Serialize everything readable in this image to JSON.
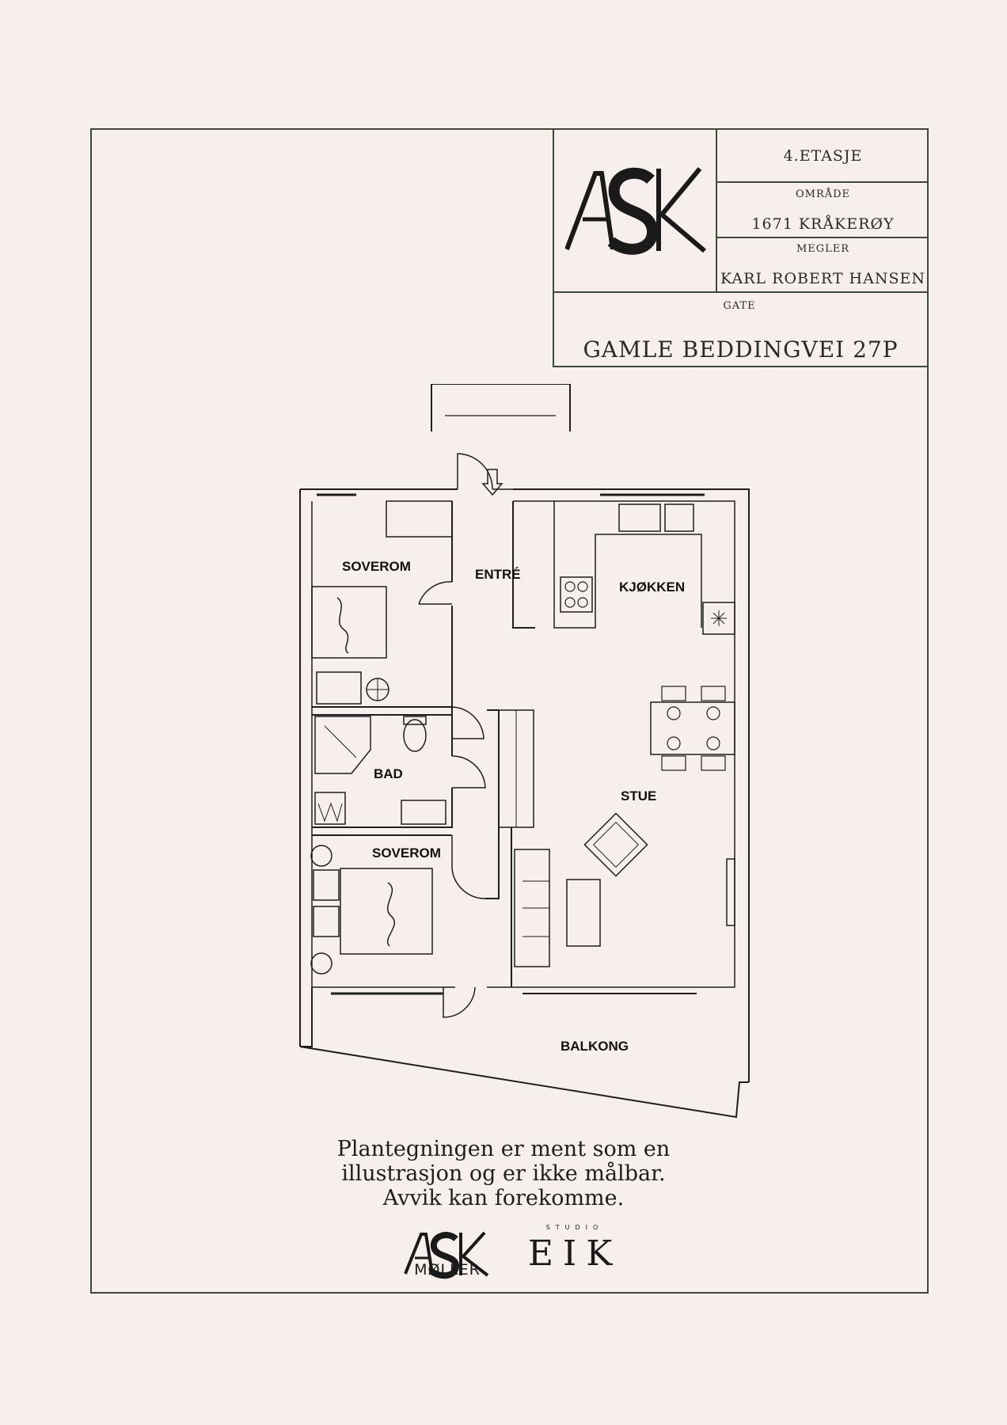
{
  "title_block": {
    "floor": "4.ETASJE",
    "area_label": "OMRÅDE",
    "area_value": "1671 KRÅKERØY",
    "broker_label": "MEGLER",
    "broker_value": "KARL ROBERT HANSEN",
    "street_label": "GATE",
    "street_value": "GAMLE BEDDINGVEI 27P"
  },
  "logo": {
    "text": "ASK"
  },
  "rooms": {
    "soverom_1": "SOVEROM",
    "entre": "ENTRÉ",
    "kjokken": "KJØKKEN",
    "bad": "BAD",
    "stue": "STUE",
    "soverom_2": "SOVEROM",
    "balkong": "BALKONG"
  },
  "disclaimer": {
    "line1": "Plantegningen er ment som en",
    "line2": "illustrasjon og er ikke målbar.",
    "line3": "Avvik kan forekomme."
  },
  "footer": {
    "ask_moller_logo": "ASK",
    "moller": "MØLLER",
    "studio": "STUDIO",
    "eik": "EIK"
  },
  "colors": {
    "frame": "#3c4a3a",
    "background": "#f6efeb",
    "ink": "#1e1e1e"
  }
}
